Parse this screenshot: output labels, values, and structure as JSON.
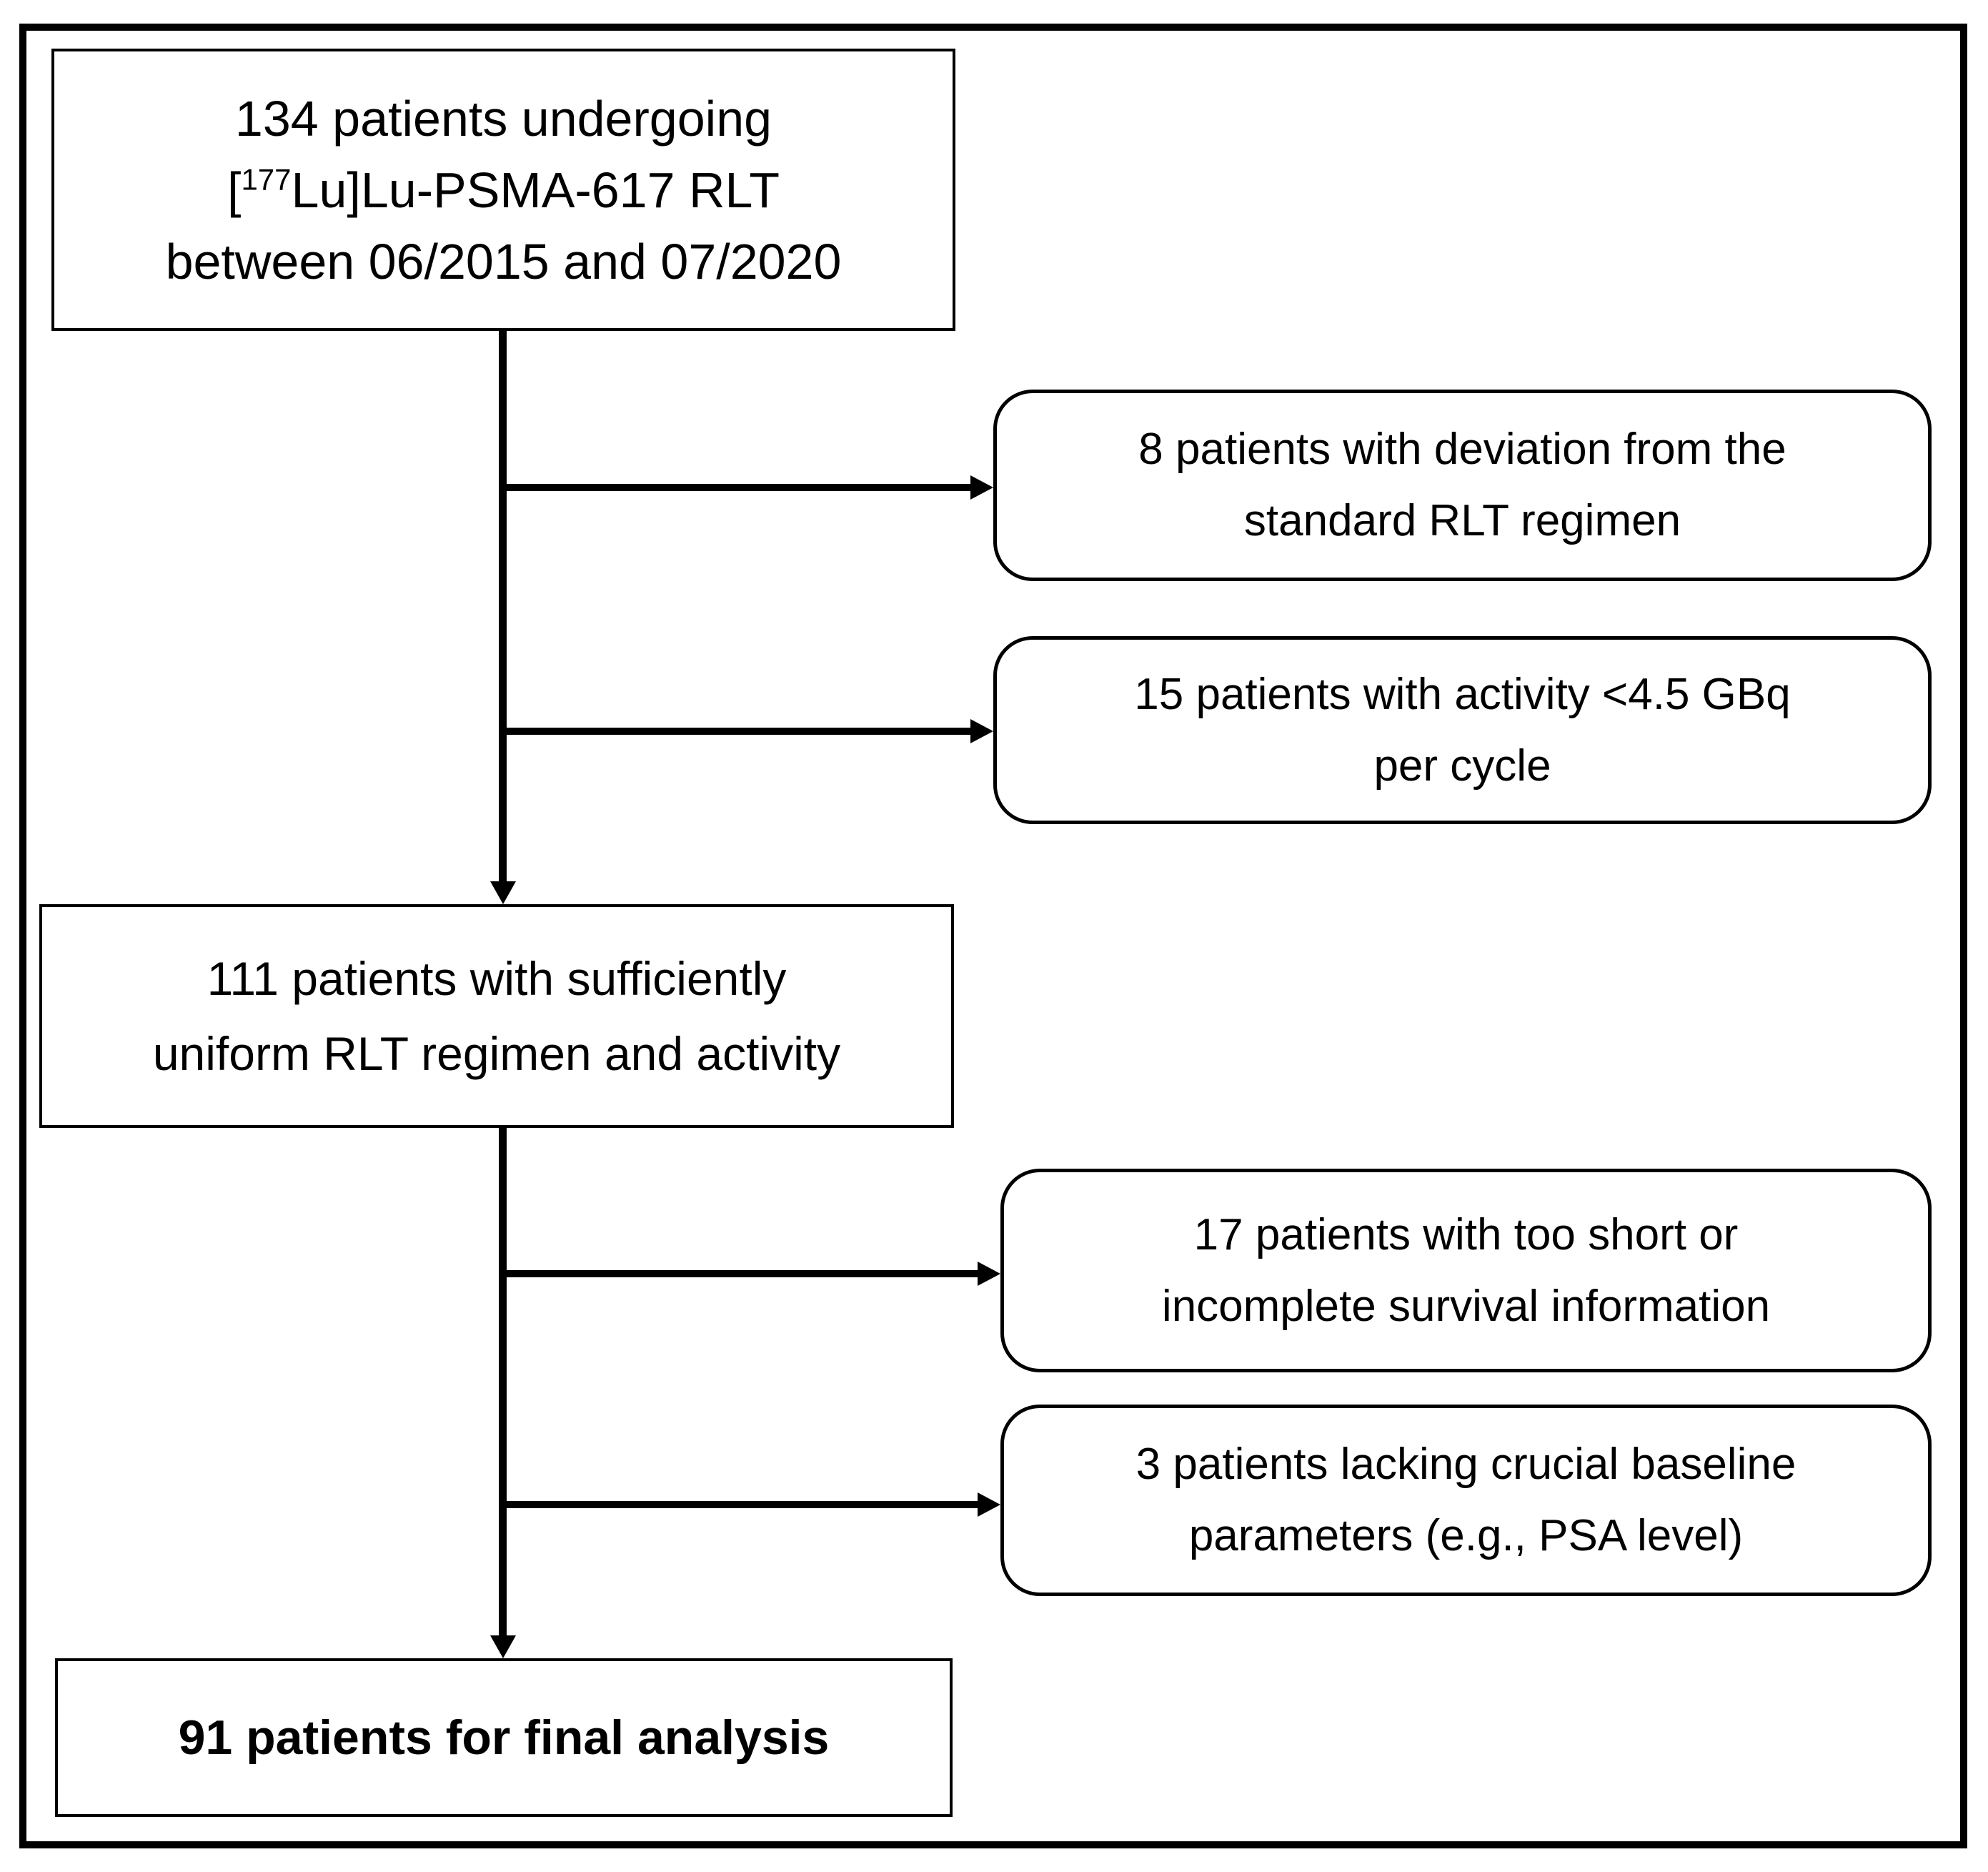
{
  "diagram": {
    "type": "flowchart-patient-selection",
    "background_color": "#ffffff",
    "line_color": "#000000",
    "box_fill_color": "#ffffff",
    "nodes": {
      "enrolled": {
        "line1": "134 patients undergoing",
        "bracket_open": "[",
        "superscript": "177",
        "line2_rest": "Lu]Lu-PSMA-617 RLT",
        "line3": "between 06/2015 and 07/2020"
      },
      "exclusion_deviation": {
        "line1": "8 patients with deviation from the",
        "line2": "standard RLT regimen"
      },
      "exclusion_activity": {
        "line1": "15 patients with activity <4.5 GBq",
        "line2": "per cycle"
      },
      "uniform": {
        "line1": "111 patients with sufficiently",
        "line2": "uniform RLT regimen and activity"
      },
      "exclusion_survival": {
        "line1": "17 patients with too short or",
        "line2": "incomplete survival information"
      },
      "exclusion_baseline": {
        "line1": "3 patients lacking crucial baseline",
        "line2": "parameters (e.g., PSA level)"
      },
      "final": {
        "line1": "91 patients for final analysis"
      }
    }
  }
}
